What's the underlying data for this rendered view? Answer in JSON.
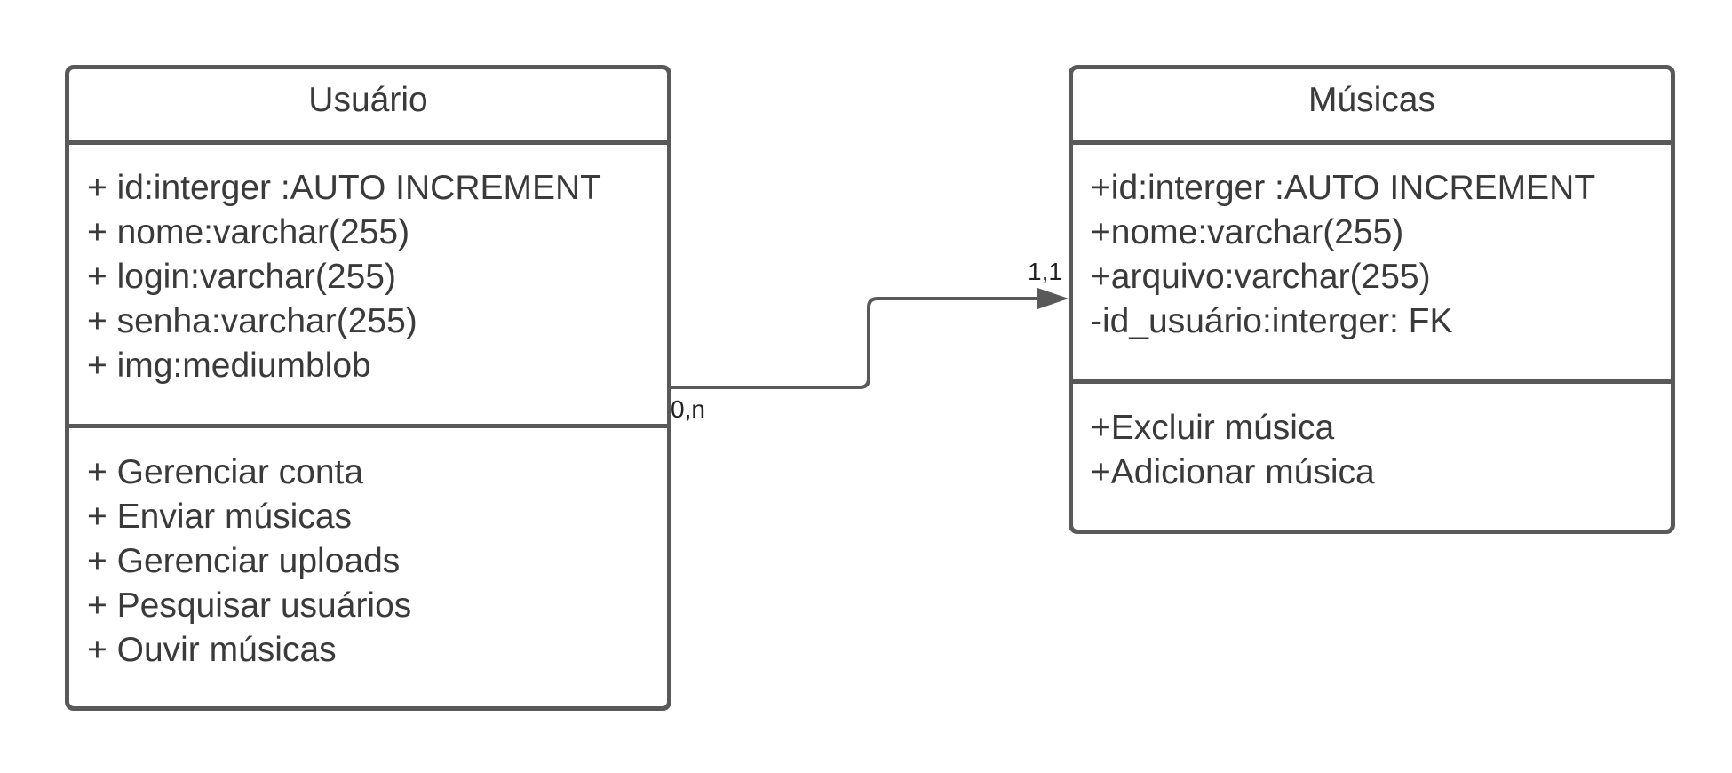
{
  "colors": {
    "stroke": "#595959",
    "text": "#3a3a3a",
    "background": "#ffffff"
  },
  "classes": {
    "usuario": {
      "title": "Usuário",
      "attributes": [
        "+ id:interger :AUTO INCREMENT",
        "+ nome:varchar(255)",
        "+ login:varchar(255)",
        "+ senha:varchar(255)",
        "+ img:mediumblob"
      ],
      "methods": [
        "+ Gerenciar conta",
        "+ Enviar músicas",
        "+ Gerenciar uploads",
        "+ Pesquisar usuários",
        "+ Ouvir músicas"
      ]
    },
    "musicas": {
      "title": "Músicas",
      "attributes": [
        "+id:interger :AUTO INCREMENT",
        "+nome:varchar(255)",
        "+arquivo:varchar(255)",
        "-id_usuário:interger: FK"
      ],
      "methods": [
        "+Excluir música",
        "+Adicionar música"
      ]
    }
  },
  "association": {
    "source_multiplicity": "0,n",
    "target_multiplicity": "1,1",
    "arrow": "filled-triangle"
  }
}
